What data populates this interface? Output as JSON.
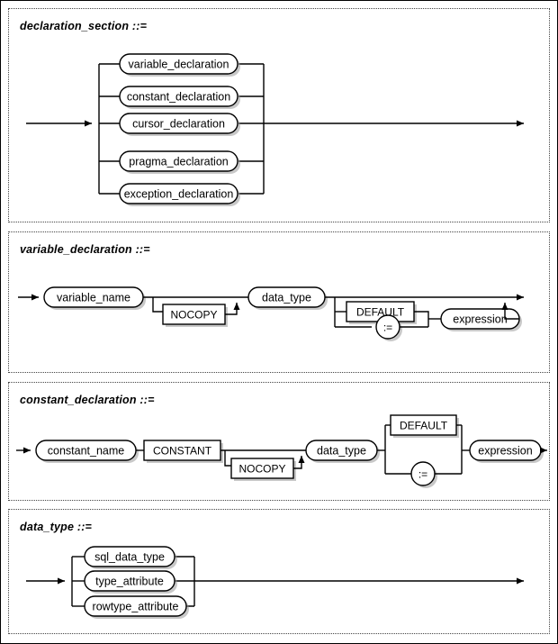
{
  "document": {
    "kind": "railroad-syntax-diagram",
    "line_color": "#000000",
    "panel_border_color": "#444444",
    "background": "#ffffff"
  },
  "panels": [
    {
      "id": "declaration_section",
      "title": "declaration_section ::=",
      "type": "choice-stack",
      "alternatives": [
        {
          "label": "variable_declaration",
          "shape": "rounded"
        },
        {
          "label": "constant_declaration",
          "shape": "rounded"
        },
        {
          "label": "cursor_declaration",
          "shape": "rounded"
        },
        {
          "label": "pragma_declaration",
          "shape": "rounded"
        },
        {
          "label": "exception_declaration",
          "shape": "rounded"
        }
      ]
    },
    {
      "id": "variable_declaration",
      "title": "variable_declaration ::=",
      "type": "sequence",
      "nodes": [
        {
          "label": "variable_name",
          "shape": "rounded"
        },
        {
          "label": "NOCOPY",
          "shape": "rect",
          "optional": true
        },
        {
          "label": "data_type",
          "shape": "rounded"
        },
        {
          "label": "DEFAULT",
          "shape": "rect",
          "optional": true,
          "alt_of": ":="
        },
        {
          "label": ":=",
          "shape": "circle",
          "optional": true
        },
        {
          "label": "expression",
          "shape": "rounded",
          "optional": true
        }
      ]
    },
    {
      "id": "constant_declaration",
      "title": "constant_declaration ::=",
      "type": "sequence",
      "nodes": [
        {
          "label": "constant_name",
          "shape": "rounded"
        },
        {
          "label": "CONSTANT",
          "shape": "rect"
        },
        {
          "label": "NOCOPY",
          "shape": "rect",
          "optional": true
        },
        {
          "label": "data_type",
          "shape": "rounded"
        },
        {
          "label": "DEFAULT",
          "shape": "rect",
          "alt_of": ":="
        },
        {
          "label": ":=",
          "shape": "circle"
        },
        {
          "label": "expression",
          "shape": "rounded"
        }
      ]
    },
    {
      "id": "data_type",
      "title": "data_type ::=",
      "type": "choice-stack",
      "alternatives": [
        {
          "label": "sql_data_type",
          "shape": "rounded"
        },
        {
          "label": "type_attribute",
          "shape": "rounded"
        },
        {
          "label": "rowtype_attribute",
          "shape": "rounded"
        }
      ]
    }
  ],
  "labels": {
    "p1_title": "declaration_section ::=",
    "p1_alt0": "variable_declaration",
    "p1_alt1": "constant_declaration",
    "p1_alt2": "cursor_declaration",
    "p1_alt3": "pragma_declaration",
    "p1_alt4": "exception_declaration",
    "p2_title": "variable_declaration ::=",
    "p2_variable_name": "variable_name",
    "p2_nocopy": "NOCOPY",
    "p2_data_type": "data_type",
    "p2_default": "DEFAULT",
    "p2_assign": ":=",
    "p2_expression": "expression",
    "p3_title": "constant_declaration ::=",
    "p3_constant_name": "constant_name",
    "p3_constant_kw": "CONSTANT",
    "p3_nocopy": "NOCOPY",
    "p3_data_type": "data_type",
    "p3_default": "DEFAULT",
    "p3_assign": ":=",
    "p3_expression": "expression",
    "p4_title": "data_type ::=",
    "p4_alt0": "sql_data_type",
    "p4_alt1": "type_attribute",
    "p4_alt2": "rowtype_attribute"
  }
}
